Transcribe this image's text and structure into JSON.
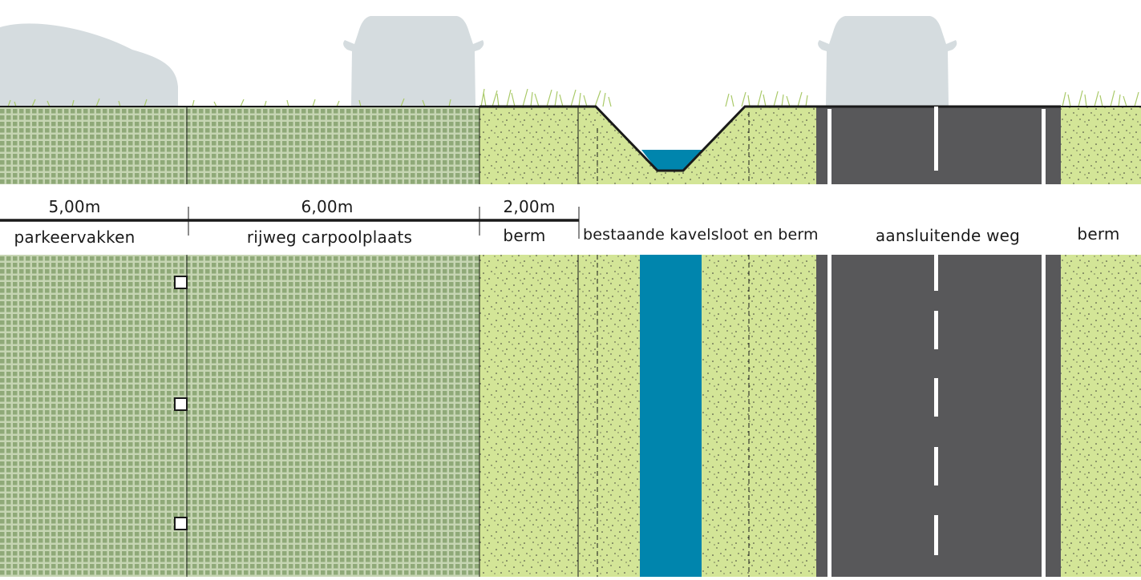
{
  "dimensions": [
    {
      "value": "5,00m"
    },
    {
      "value": "6,00m"
    },
    {
      "value": "2,00m"
    }
  ],
  "zones": [
    {
      "label": "parkeervakken"
    },
    {
      "label": "rijweg carpoolplaats"
    },
    {
      "label": "berm"
    },
    {
      "label": "bestaande kavelsloot en berm"
    },
    {
      "label": "aansluitende weg"
    },
    {
      "label": "berm"
    }
  ],
  "colors": {
    "grass_paver": "#8fa978",
    "grass_paver_grid": "#c6d5b3",
    "verge": "#d3e597",
    "water": "#0085ad",
    "asphalt": "#58585a",
    "road_marking": "#ffffff",
    "car_silhouette": "#d5dcdf",
    "grass_tufts": "#a9c968",
    "outline": "#1a1a1a"
  },
  "icons": [
    "car-silhouette-icon",
    "grass-tuft-icon",
    "bollard-marker-icon"
  ]
}
